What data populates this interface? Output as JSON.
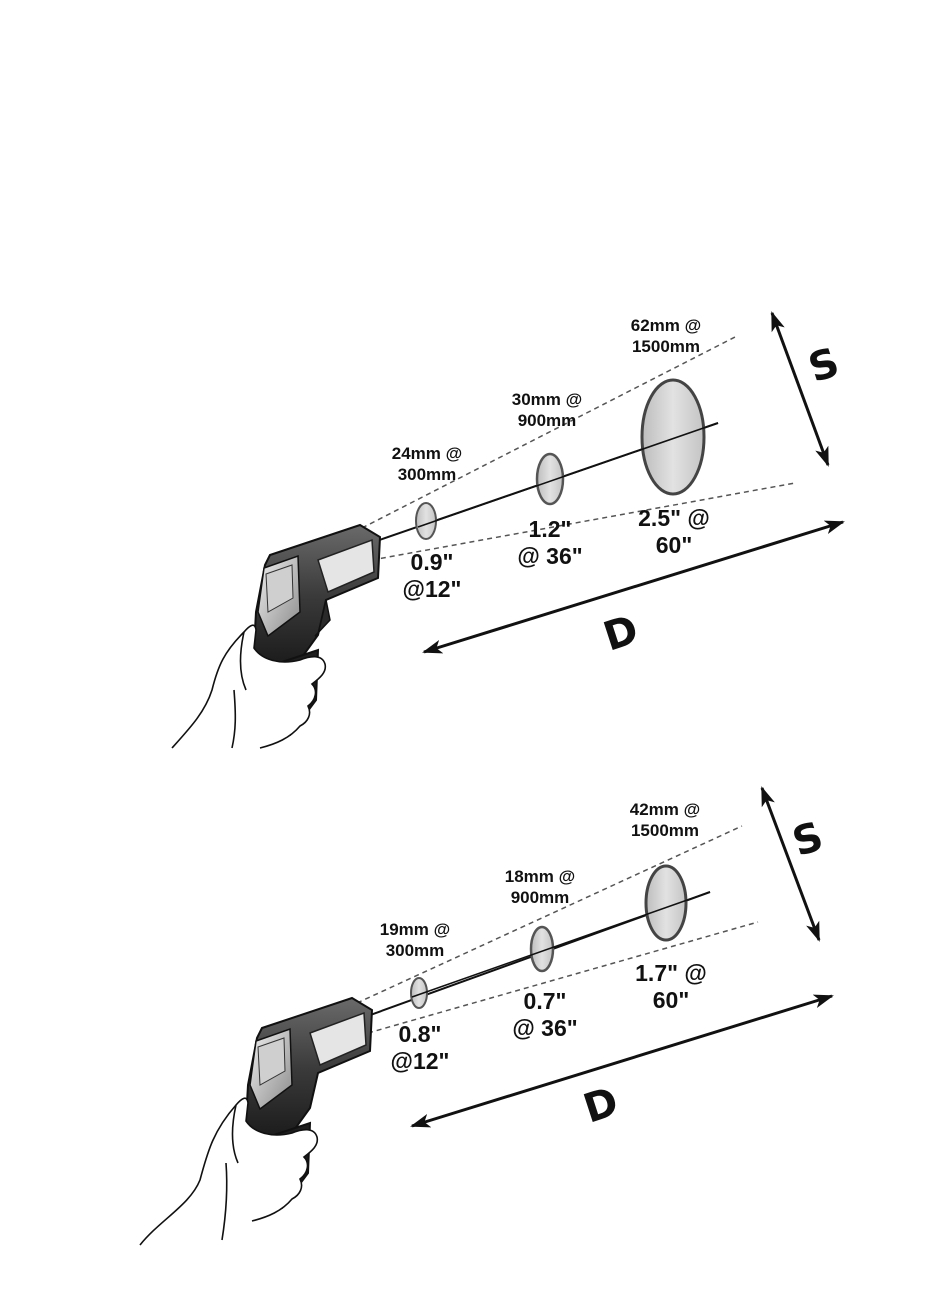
{
  "diagrams": [
    {
      "spots": [
        {
          "metric": [
            "24mm @",
            "300mm"
          ],
          "imperial": [
            "0.9\"",
            "@12\""
          ]
        },
        {
          "metric": [
            "30mm @",
            "900mm"
          ],
          "imperial": [
            "1.2\"",
            "@ 36\""
          ]
        },
        {
          "metric": [
            "62mm @",
            "1500mm"
          ],
          "imperial": [
            "2.5\" @",
            "60\""
          ]
        }
      ],
      "size_label": "S",
      "distance_label": "D"
    },
    {
      "spots": [
        {
          "metric": [
            "19mm @",
            "300mm"
          ],
          "imperial": [
            "0.8\"",
            "@12\""
          ]
        },
        {
          "metric": [
            "18mm @",
            "900mm"
          ],
          "imperial": [
            "0.7\"",
            "@ 36\""
          ]
        },
        {
          "metric": [
            "42mm @",
            "1500mm"
          ],
          "imperial": [
            "1.7\" @",
            "60\""
          ]
        }
      ],
      "size_label": "S",
      "distance_label": "D"
    }
  ]
}
